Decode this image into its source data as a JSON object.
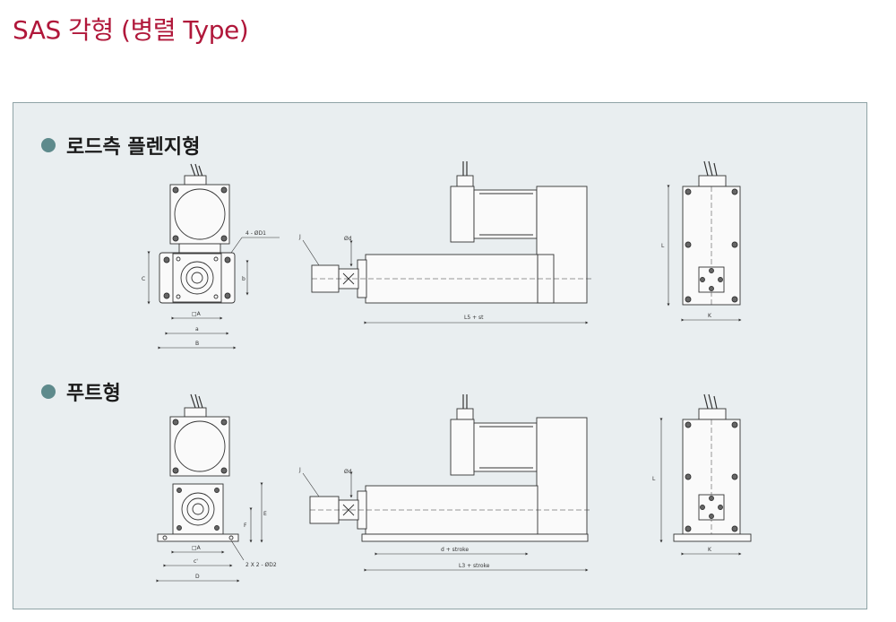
{
  "page": {
    "title": "SAS 각형 (병렬 Type)"
  },
  "sections": [
    {
      "title": "로드측 플렌지형"
    },
    {
      "title": "푸트형"
    }
  ],
  "labels": {
    "flange": {
      "d1": "4 - ØD1",
      "c": "C",
      "b": "b",
      "a_sq": "□A",
      "a": "a",
      "b_cap": "B",
      "j": "J",
      "od": "Ød",
      "l5": "L5 + st",
      "l": "L",
      "k": "K"
    },
    "foot": {
      "e": "E",
      "f": "F",
      "a_sq": "□A",
      "c": "c'",
      "d2": "2 X 2 - ØD2",
      "d_cap": "D",
      "j": "J",
      "od": "Ød",
      "d_stroke": "d + stroke",
      "l3": "L3 + stroke",
      "l": "L",
      "k": "K"
    }
  },
  "colors": {
    "title": "#b0173a",
    "panel": "#e9eef0",
    "bullet": "#5e8a8c",
    "line": "#333333"
  }
}
